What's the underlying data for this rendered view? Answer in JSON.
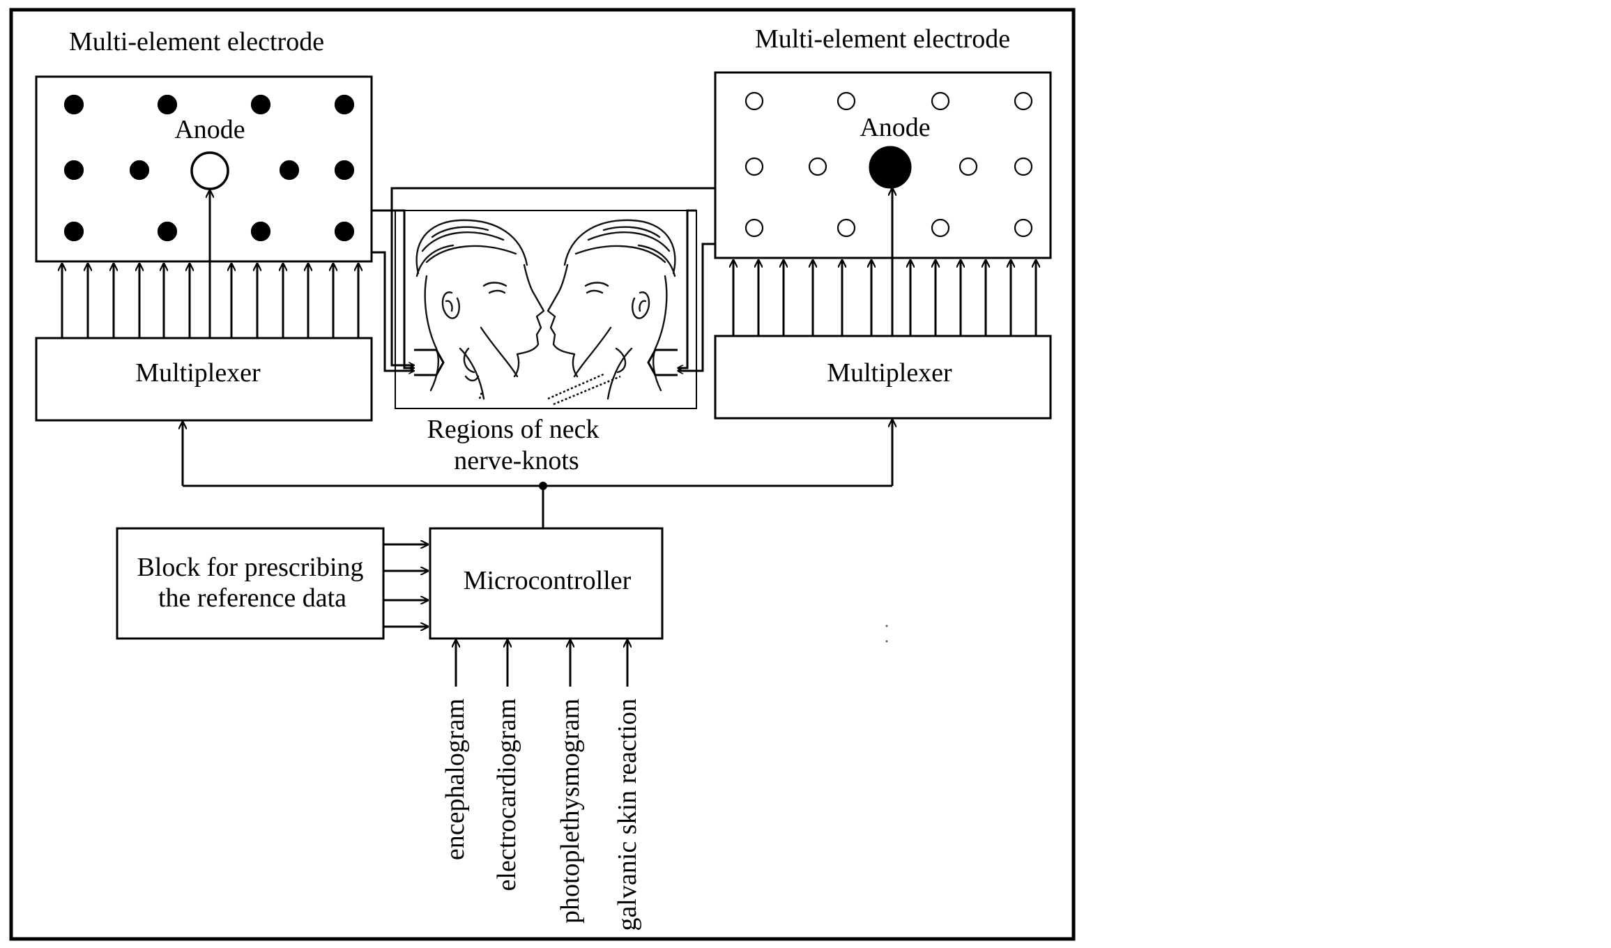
{
  "left_electrode": {
    "title": "Multi-element electrode",
    "anode_label": "Anode",
    "dot_fill": "#000000",
    "anode_fill": "#ffffff"
  },
  "right_electrode": {
    "title": "Multi-element electrode",
    "anode_label": "Anode",
    "dot_fill": "#ffffff",
    "anode_fill": "#000000"
  },
  "left_multiplexer": {
    "label": "Multiplexer"
  },
  "right_multiplexer": {
    "label": "Multiplexer"
  },
  "neck_regions": {
    "line1": "Regions of neck",
    "line2": "nerve-knots"
  },
  "reference_block": {
    "line1": "Block for prescribing",
    "line2": "the reference data"
  },
  "microcontroller": {
    "label": "Microcontroller"
  },
  "inputs": [
    {
      "label": "encephalogram"
    },
    {
      "label": "electrocardiogram"
    },
    {
      "label": "photoplethysmogram"
    },
    {
      "label": "galvanic skin reaction"
    }
  ]
}
